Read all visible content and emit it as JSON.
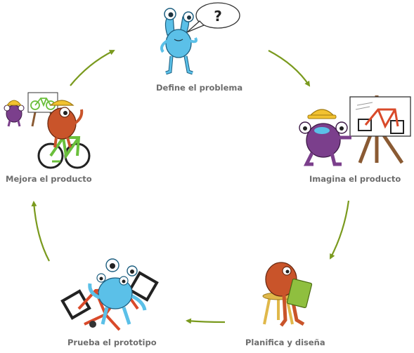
{
  "steps": [
    {
      "id": "define",
      "label": "Define el problema"
    },
    {
      "id": "imagina",
      "label": "Imagina el producto"
    },
    {
      "id": "planifica",
      "label": "Planifica y diseña"
    },
    {
      "id": "prueba",
      "label": "Prueba el prototipo"
    },
    {
      "id": "mejora",
      "label": "Mejora el producto"
    }
  ],
  "speech_bubble": {
    "text": "?"
  },
  "colors": {
    "arrow": "#7a9a1e",
    "label": "#6d6d6d",
    "blue_monster": "#5bc0e8",
    "purple_monster": "#7b3f8c",
    "orange_monster": "#c9542a",
    "bike_red": "#d94a2a",
    "bike_green": "#6abf3b",
    "hardhat": "#f2c230",
    "wood": "#8a5a33"
  },
  "icons": [
    "question-bubble-icon",
    "blue-monster-icon",
    "purple-monster-icon",
    "orange-monster-icon",
    "bicycle-icon",
    "easel-icon",
    "stool-icon",
    "notebook-icon",
    "hardhat-icon",
    "cycle-arrow-icon"
  ]
}
